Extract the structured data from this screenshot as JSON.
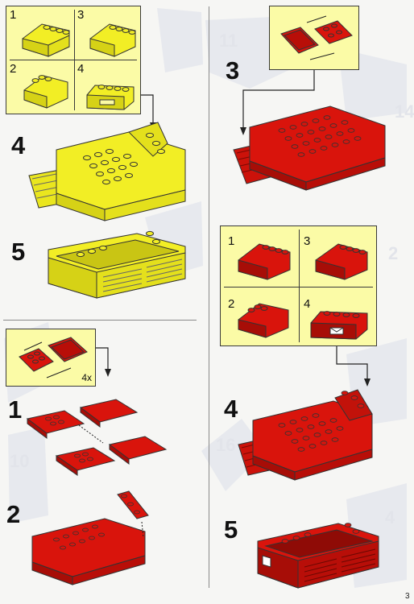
{
  "colors": {
    "yellow": "#f2ee25",
    "red": "#d9140c",
    "callout_bg": "#fbfba6"
  },
  "left_top": {
    "callout": {
      "substeps": [
        {
          "label": "1"
        },
        {
          "label": "2"
        },
        {
          "label": "3"
        },
        {
          "label": "4"
        }
      ]
    },
    "steps": [
      {
        "number": "4"
      },
      {
        "number": "5"
      }
    ]
  },
  "left_bottom": {
    "callout": {
      "multiplier": "4x"
    },
    "steps": [
      {
        "number": "1"
      },
      {
        "number": "2"
      }
    ]
  },
  "right": {
    "step3": {
      "number": "3"
    },
    "callout": {
      "substeps": [
        {
          "label": "1"
        },
        {
          "label": "3"
        },
        {
          "label": "2"
        },
        {
          "label": "4"
        }
      ]
    },
    "steps": [
      {
        "number": "4"
      },
      {
        "number": "5"
      }
    ]
  },
  "footer": {
    "page_number": "3"
  }
}
